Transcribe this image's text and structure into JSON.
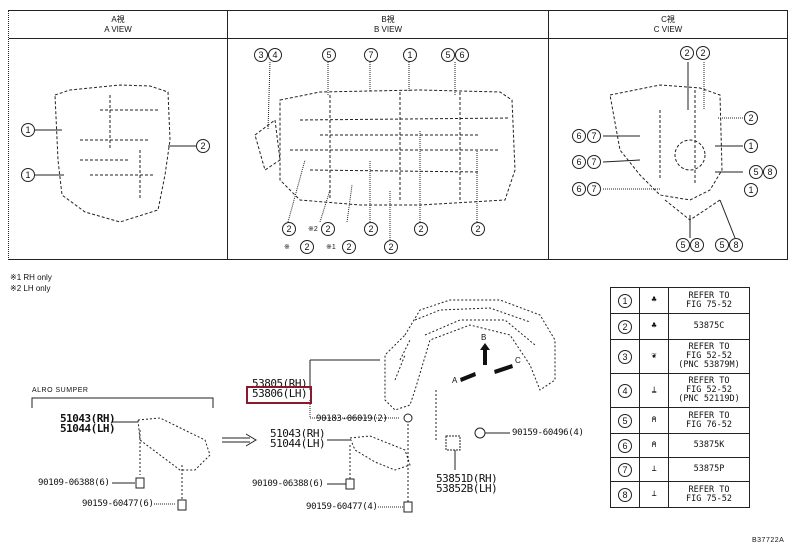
{
  "views": [
    {
      "id": "a",
      "title_jp": "A視",
      "title_en": "A VIEW"
    },
    {
      "id": "b",
      "title_jp": "B視",
      "title_en": "B VIEW"
    },
    {
      "id": "c",
      "title_jp": "C視",
      "title_en": "C VIEW"
    }
  ],
  "callouts": {
    "a_view": [
      "1",
      "1",
      "2"
    ],
    "b_view": {
      "top": [
        "3",
        "4",
        "5",
        "7",
        "1",
        "5",
        "6"
      ],
      "bottom": [
        "2",
        "※2",
        "2",
        "2",
        "2",
        "2"
      ],
      "bottom2": [
        "※",
        "2",
        "※1",
        "2",
        "2"
      ]
    },
    "c_view": {
      "top": [
        "2",
        "2"
      ],
      "right": [
        "2",
        "1",
        "5",
        "8",
        "1"
      ],
      "left": [
        "6",
        "7",
        "6",
        "7",
        "6",
        "7"
      ],
      "bottom": [
        "5",
        "8",
        "5",
        "8"
      ]
    }
  },
  "notes": [
    "※1 RH only",
    "※2 LH only"
  ],
  "group_label": "ALRO SUMPER",
  "parts": {
    "bracket_left_rh": "51043(RH)",
    "bracket_left_lh": "51044(LH)",
    "screw_left_1": "90109-06388(6)",
    "screw_left_2": "90159-60477(6)",
    "liner_rh": "53805(RH)",
    "liner_lh": "53806(LH)",
    "clip_1": "90183-06019(2)",
    "bracket_rh": "51043(RH)",
    "bracket_lh": "51044(LH)",
    "screw_1": "90109-06388(6)",
    "screw_2": "90159-60477(4)",
    "screw_3": "90159-60496(4)",
    "seal_rh": "53851D(RH)",
    "seal_lh": "53852B(LH)"
  },
  "arrows": {
    "a": "A",
    "b": "B",
    "c": "C"
  },
  "legend": [
    {
      "num": "1",
      "icon": "clip-icon",
      "desc": "REFER TO\nFIG 75-52"
    },
    {
      "num": "2",
      "icon": "clip-icon",
      "desc": "53875C"
    },
    {
      "num": "3",
      "icon": "grommet-icon",
      "desc": "REFER TO\nFIG 52-52\n(PNC 53879M)"
    },
    {
      "num": "4",
      "icon": "pin-icon",
      "desc": "REFER TO\nFIG 52-52\n(PNC 52119D)"
    },
    {
      "num": "5",
      "icon": "nut-icon",
      "desc": "REFER TO\nFIG 76-52"
    },
    {
      "num": "6",
      "icon": "nut-icon",
      "desc": "53875K"
    },
    {
      "num": "7",
      "icon": "screw-icon",
      "desc": "53875P"
    },
    {
      "num": "8",
      "icon": "screw-icon",
      "desc": "REFER TO\nFIG 75-52"
    }
  ],
  "diagram_id": "B37722A"
}
